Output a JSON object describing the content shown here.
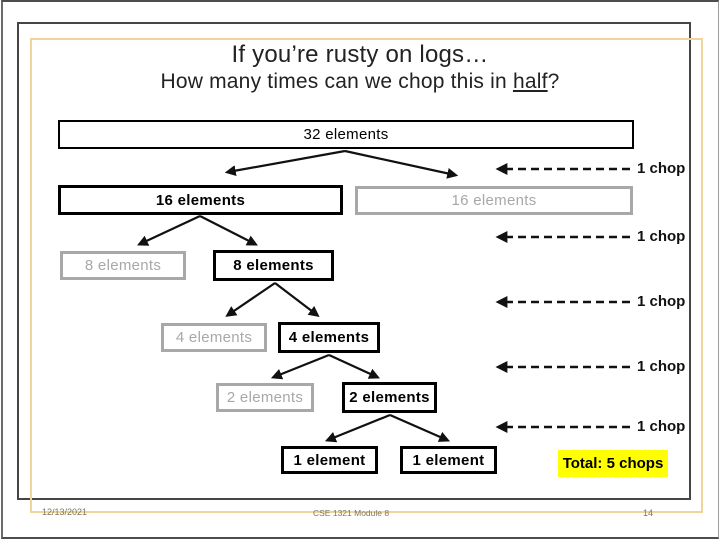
{
  "title": {
    "line1": "If you’re rusty on logs…",
    "line2_prefix": "How many times can we chop this in ",
    "line2_underline": "half",
    "line2_suffix": "?"
  },
  "tree": {
    "b32": "32 elements",
    "b16_keep": "16 elements",
    "b16_discard": "16 elements",
    "b8_discard": "8 elements",
    "b8_keep": "8 elements",
    "b4_discard": "4 elements",
    "b4_keep": "4 elements",
    "b2_discard": "2 elements",
    "b2_keep": "2 elements",
    "b1_left": "1 element",
    "b1_right": "1 element"
  },
  "chops": [
    "1 chop",
    "1 chop",
    "1 chop",
    "1 chop",
    "1 chop"
  ],
  "total": "Total: 5 chops",
  "footer": {
    "date": "12/13/2021",
    "course": "CSE 1321 Module 8",
    "page": "14"
  },
  "colors": {
    "accent-gold": "#f0d49b",
    "frame-dark": "#454545",
    "box-gray": "#a8a8a8",
    "highlight-yellow": "#ffff00",
    "ink": "#111111",
    "footer-text": "#7c7860"
  }
}
